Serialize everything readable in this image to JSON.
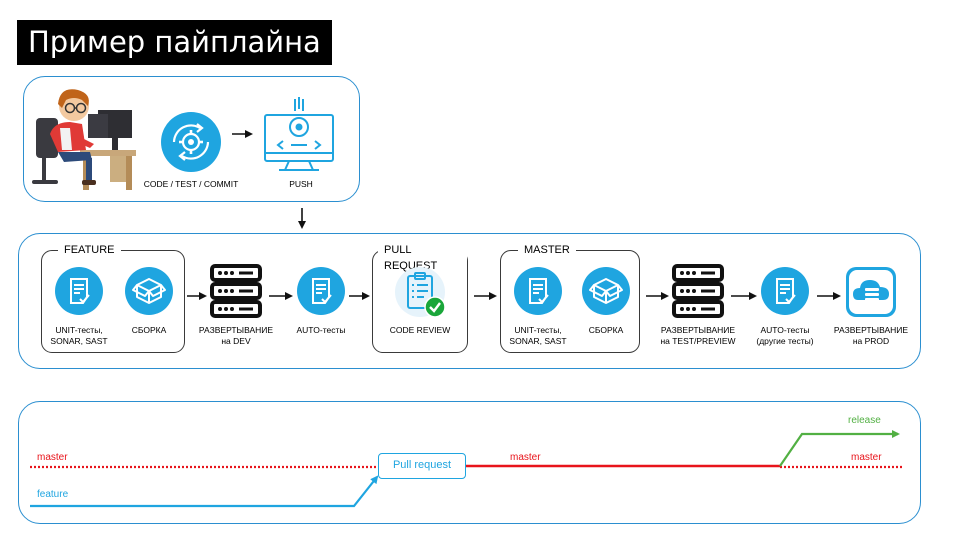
{
  "title": "Пример пайплайна",
  "top": {
    "code_label": "CODE / TEST / COMMIT",
    "push_label": "PUSH"
  },
  "pipeline": {
    "feature_group": "FEATURE",
    "unit_label": [
      "UNIT-тесты,",
      "SONAR, SAST"
    ],
    "build_label": "СБОРКА",
    "deploy_dev_label": [
      "РАЗВЕРТЫВАНИЕ",
      "на DEV"
    ],
    "auto_label": "AUTO-тесты",
    "pr_group": "PULL REQUEST",
    "review_label": "CODE REVIEW",
    "master_group": "MASTER",
    "unit2_label": [
      "UNIT-тесты,",
      "SONAR, SAST"
    ],
    "build2_label": "СБОРКА",
    "deploy_test_label": [
      "РАЗВЕРТЫВАНИЕ",
      "на TEST/PREVIEW"
    ],
    "auto2_label": [
      "AUTO-тесты",
      "(другие тесты)"
    ],
    "deploy_prod_label": [
      "РАЗВЕРТЫВАНИЕ",
      "на PROD"
    ]
  },
  "branches": {
    "master_left": "master",
    "feature": "feature",
    "pull_request": "Pull request",
    "master_mid": "master",
    "release": "release",
    "master_right": "master"
  },
  "colors": {
    "accent_blue": "#1fa5e0",
    "panel_border": "#2b8fd0",
    "master_red": "#e8141b",
    "release_green": "#52b043",
    "review_check": "#1aa63a"
  }
}
